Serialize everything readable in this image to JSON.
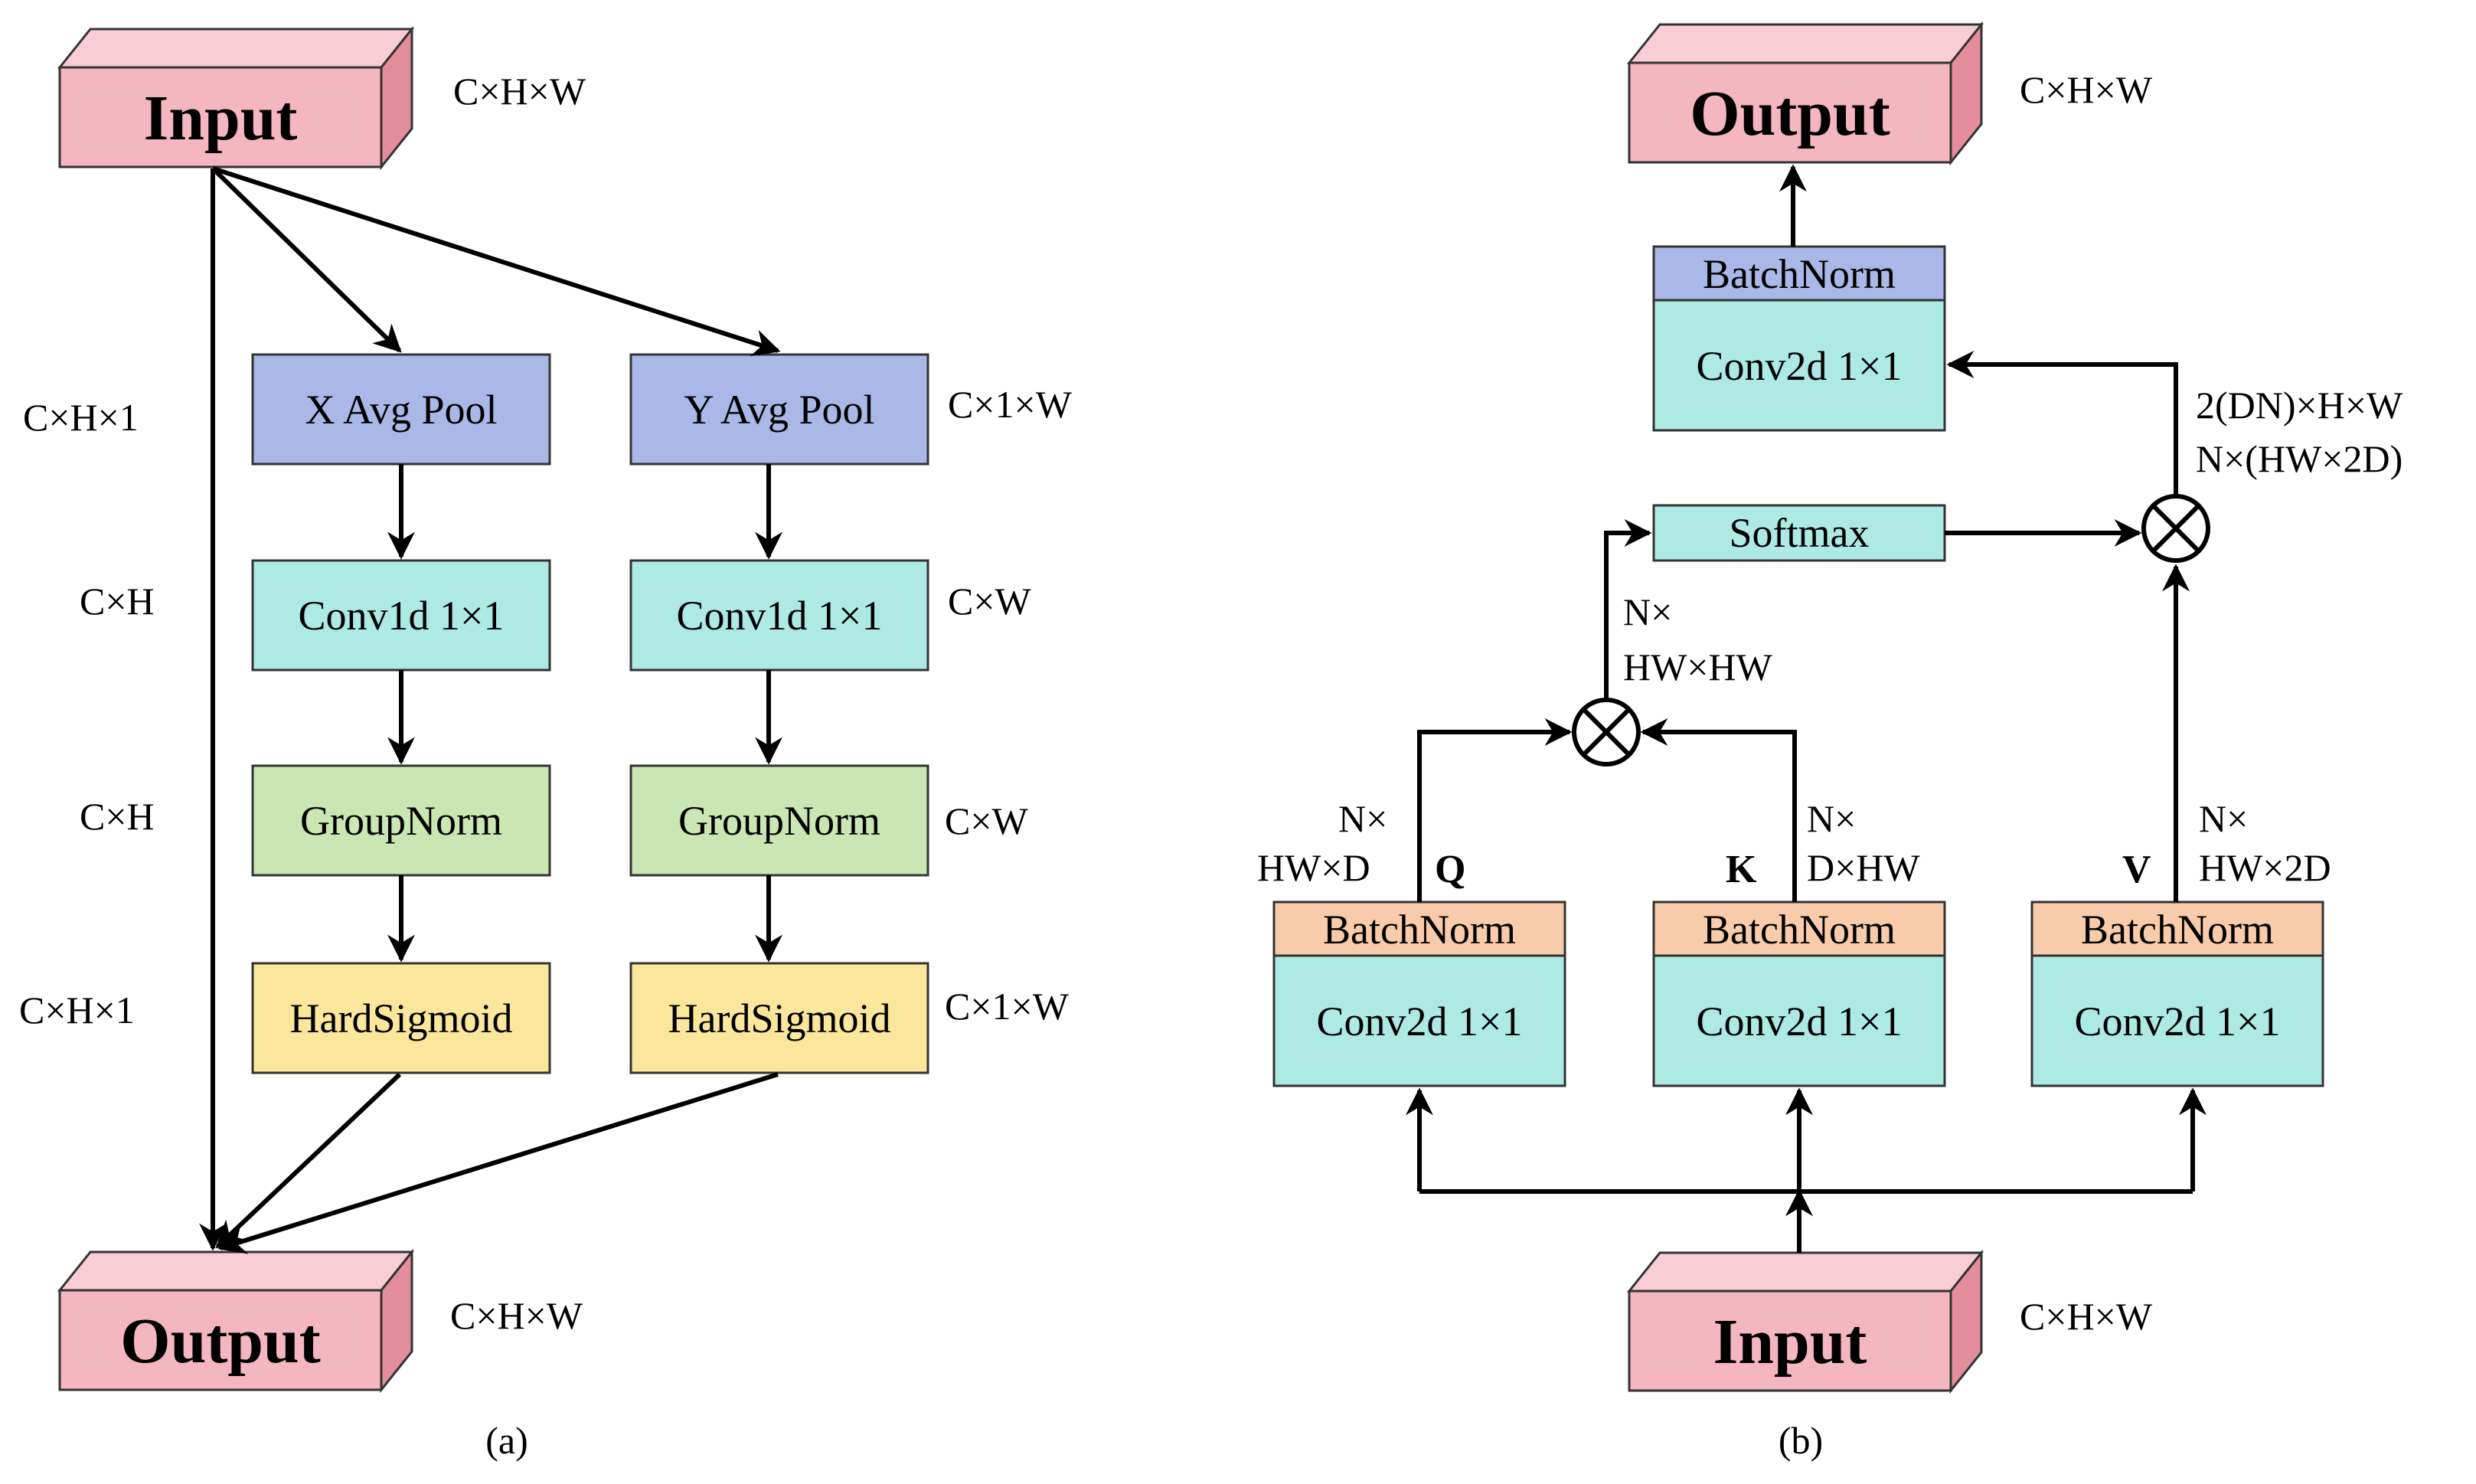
{
  "panel_a": {
    "input": {
      "label": "Input",
      "dims": "C×H×W"
    },
    "output": {
      "label": "Output",
      "dims": "C×H×W"
    },
    "x_branch": {
      "pool": "X Avg Pool",
      "conv": "Conv1d 1×1",
      "norm": "GroupNorm",
      "act": "HardSigmoid",
      "dims": [
        "C×H×1",
        "C×H",
        "C×H",
        "C×H×1"
      ]
    },
    "y_branch": {
      "pool": "Y Avg Pool",
      "conv": "Conv1d 1×1",
      "norm": "GroupNorm",
      "act": "HardSigmoid",
      "dims": [
        "C×1×W",
        "C×W",
        "C×W",
        "C×1×W"
      ]
    },
    "caption": "(a)"
  },
  "panel_b": {
    "input": {
      "label": "Input",
      "dims": "C×H×W"
    },
    "output": {
      "label": "Output",
      "dims": "C×H×W"
    },
    "out_block": {
      "norm": "BatchNorm",
      "conv": "Conv2d 1×1"
    },
    "q_block": {
      "norm": "BatchNorm",
      "conv": "Conv2d 1×1",
      "letter": "Q",
      "dims_1": "N×",
      "dims_2": "HW×D"
    },
    "k_block": {
      "norm": "BatchNorm",
      "conv": "Conv2d 1×1",
      "letter": "K",
      "dims_1": "N×",
      "dims_2": "D×HW"
    },
    "v_block": {
      "norm": "BatchNorm",
      "conv": "Conv2d 1×1",
      "letter": "V",
      "dims_1": "N×",
      "dims_2": "HW×2D"
    },
    "softmax": "Softmax",
    "attn_dims_1": "N×",
    "attn_dims_2": "HW×HW",
    "out_dims_1": "2(DN)×H×W",
    "out_dims_2": "N×(HW×2D)",
    "caption": "(b)"
  }
}
